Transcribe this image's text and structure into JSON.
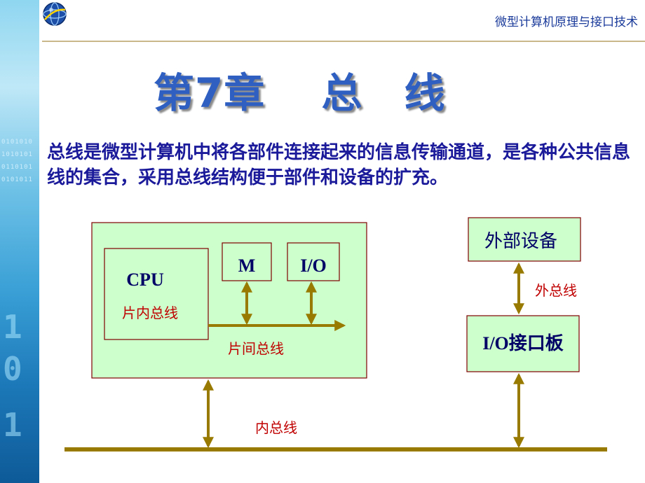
{
  "header": {
    "title": "微型计算机原理与接口技术"
  },
  "title": "第7章　 总　线",
  "intro": "总线是微型计算机中将各部件连接起来的信息传输通道，是各种公共信息线的集合，采用总线结构便于部件和设备的扩充。",
  "diagram": {
    "cpu_label": "CPU",
    "on_chip_bus": "片内总线",
    "memory_label": "M",
    "io_label": "I/O",
    "inter_chip_bus": "片间总线",
    "peripheral_label": "外部设备",
    "external_bus": "外总线",
    "io_board_label": "I/O接口板",
    "internal_bus": "内总线"
  },
  "colors": {
    "box_fill": "#ccffcc",
    "box_border": "#800000",
    "arrow": "#997a00",
    "red_text": "#c00000",
    "title_blue": "#2f5fc0",
    "header_blue": "#1a3a9a",
    "intro_blue": "#1a1a9a"
  }
}
